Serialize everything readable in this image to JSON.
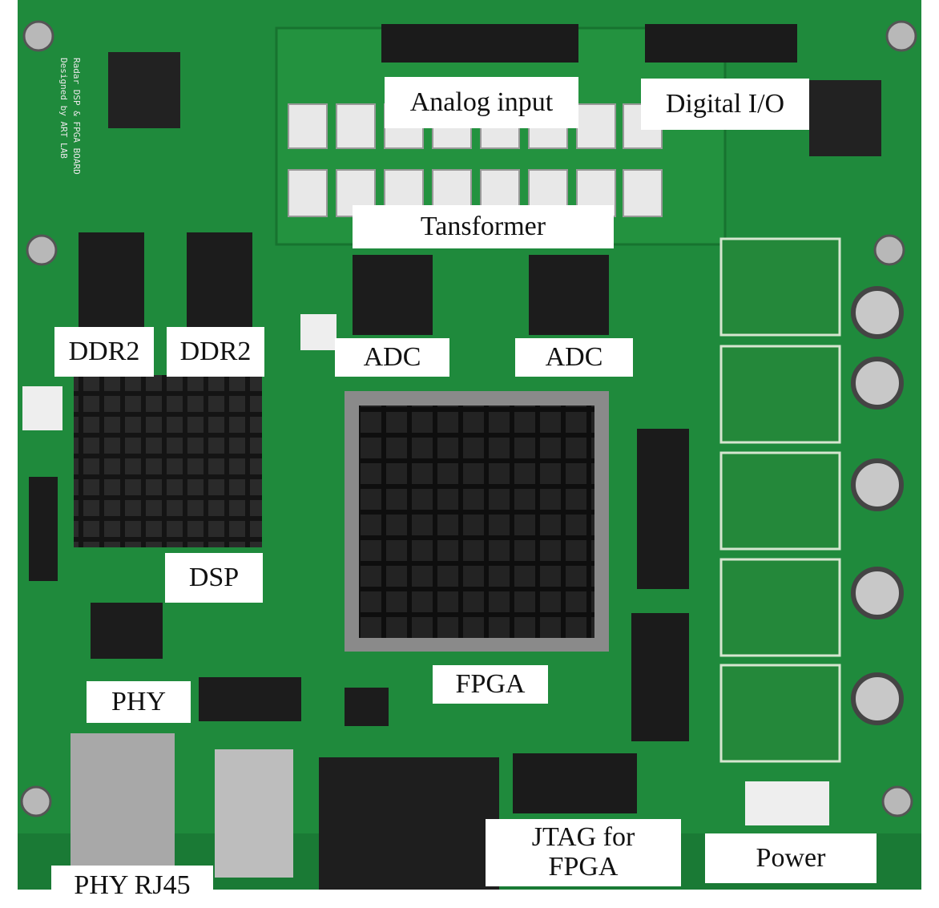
{
  "colors": {
    "pcb": "#1f8a3c",
    "pcb_dark": "#14652a",
    "heatsink": "#141414",
    "chip": "#1c1c1c",
    "label_bg": "#ffffff",
    "label_text": "#111111"
  },
  "labels": {
    "analog_input": "Analog input",
    "digital_io": "Digital I/O",
    "transformer": "Tansformer",
    "ddr2_left": "DDR2",
    "ddr2_right": "DDR2",
    "adc_left": "ADC",
    "adc_right": "ADC",
    "dsp": "DSP",
    "fpga": "FPGA",
    "phy": "PHY",
    "phy_rj45": "PHY RJ45",
    "jtag_fpga": "JTAG for\nFPGA",
    "power": "Power"
  },
  "silkscreen": {
    "board_title": "Radar DSP & FPGA BOARD",
    "designed_by": "Designed by ART LAB"
  }
}
